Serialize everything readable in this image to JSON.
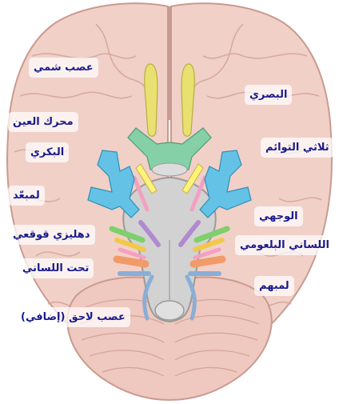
{
  "labels": {
    "olfactory": "عصب شمي",
    "optic": "البصري",
    "oculomotor": "محرك العين",
    "trochlear": "البكري",
    "trigeminal": "ثلاثي التوائم",
    "abducens": "لمبعّد",
    "facial": "الوجهي",
    "vestibulocochlear": "دهليزي قوقعي",
    "glossopharyngeal": "اللساني البلعومي",
    "hypoglossal": "تحت اللساني",
    "vagus": "لمبهم",
    "accessory": "عصب لاحق (إضافي)"
  },
  "colors": {
    "brain": "#f1d0c8",
    "brain_outline": "#c99a90",
    "brainstem": "#d2d2d2",
    "olfactory": "#e8e070",
    "optic_chiasm": "#86d0a8",
    "oculomotor": "#fff27a",
    "trochlear": "#f3a0c2",
    "trigeminal": "#64c2e6",
    "abducens": "#b08ad0",
    "facial": "#7ed06a",
    "vestibulocochlear": "#f2c84a",
    "glossopharyngeal": "#f29a68",
    "vagus": "#8aaed6",
    "accessory": "#c9b6dc",
    "label_text": "#1a1a8c"
  }
}
